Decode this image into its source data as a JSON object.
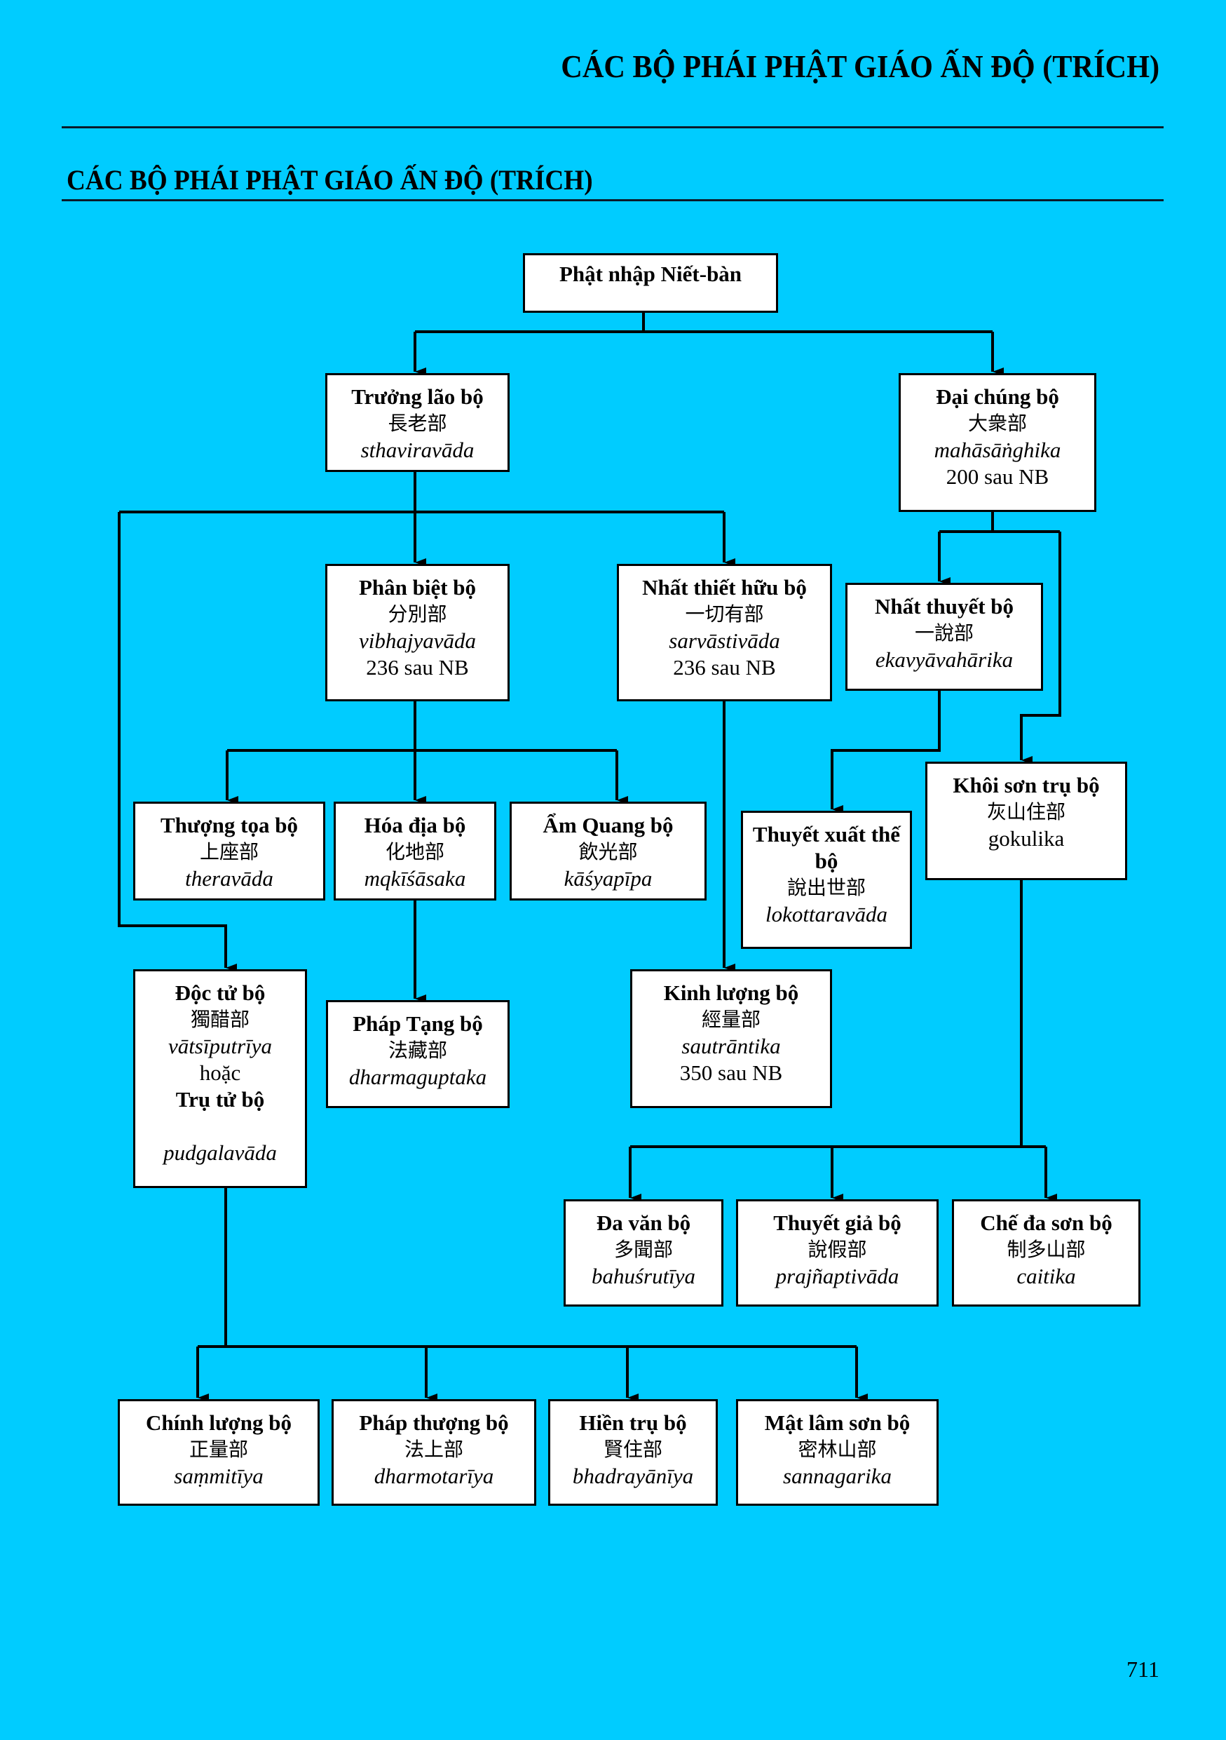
{
  "header": {
    "running_title": "CÁC BỘ PHÁI PHẬT GIÁO ẤN ĐỘ (TRÍCH)",
    "section_title": "CÁC BỘ PHÁI PHẬT GIÁO ẤN ĐỘ (TRÍCH)"
  },
  "diagram": {
    "nodes": {
      "root": {
        "vn": "Phật nhập Niết-bàn"
      },
      "truong_lao": {
        "vn": "Trưởng lão bộ",
        "zh": "長老部",
        "sk": "sthaviravāda"
      },
      "dai_chung": {
        "vn": "Đại chúng bộ",
        "zh": "大衆部",
        "sk": "mahāsāṅghika",
        "date": "200 sau NB"
      },
      "phan_biet": {
        "vn": "Phân biệt bộ",
        "zh": "分別部",
        "sk": "vibhajyavāda",
        "date": "236 sau NB"
      },
      "nhat_thiet_huu": {
        "vn": "Nhất thiết hữu bộ",
        "zh": "一切有部",
        "sk": "sarvāstivāda",
        "date": "236 sau NB"
      },
      "nhat_thuyet": {
        "vn": "Nhất thuyết bộ",
        "zh": "一說部",
        "sk": "ekavyāvahārika"
      },
      "thuong_toa": {
        "vn": "Thượng tọa bộ",
        "zh": "上座部",
        "sk": "theravāda"
      },
      "hoa_dia": {
        "vn": "Hóa địa bộ",
        "zh": "化地部",
        "sk": "mqkīśāsaka"
      },
      "am_quang": {
        "vn": "Ẩm Quang bộ",
        "zh": "飲光部",
        "sk": "kāśyapīpa"
      },
      "thuyet_xuat_the": {
        "vn": "Thuyết xuất thế bộ",
        "zh": "說出世部",
        "sk": "lokottaravāda"
      },
      "khoi_son_tru": {
        "vn": "Khôi sơn trụ bộ",
        "zh": "灰山住部",
        "sk": "gokulika"
      },
      "doc_tu": {
        "vn": "Độc tử bộ",
        "zh": "獨醋部",
        "sk": "vātsīputrīya",
        "alt": "hoặc",
        "vn2": "Trụ tử bộ",
        "sk2": "pudgalavāda"
      },
      "phap_tang": {
        "vn": "Pháp Tạng bộ",
        "zh": "法藏部",
        "sk": "dharmaguptaka"
      },
      "kinh_luong": {
        "vn": "Kinh lượng bộ",
        "zh": "經量部",
        "sk": "sautrāntika",
        "date": "350 sau NB"
      },
      "da_van": {
        "vn": "Đa văn bộ",
        "zh": "多聞部",
        "sk": "bahuśrutīya"
      },
      "thuyet_gia": {
        "vn": "Thuyết giả bộ",
        "zh": "說假部",
        "sk": "prajñaptivāda"
      },
      "che_da_son": {
        "vn": "Chế đa sơn bộ",
        "zh": "制多山部",
        "sk": "caitika"
      },
      "chinh_luong": {
        "vn": "Chính lượng bộ",
        "zh": "正量部",
        "sk": "saṃmitīya"
      },
      "phap_thuong": {
        "vn": "Pháp thượng bộ",
        "zh": "法上部",
        "sk": "dharmotarīya"
      },
      "hien_tru": {
        "vn": "Hiền trụ bộ",
        "zh": "賢住部",
        "sk": "bhadrayānīya"
      },
      "mat_lam_son": {
        "vn": "Mật lâm sơn bộ",
        "zh": "密林山部",
        "sk": "sannagarika"
      }
    },
    "edges": [
      [
        "root",
        "truong_lao"
      ],
      [
        "root",
        "dai_chung"
      ],
      [
        "truong_lao",
        "phan_biet"
      ],
      [
        "truong_lao",
        "nhat_thiet_huu"
      ],
      [
        "truong_lao",
        "doc_tu"
      ],
      [
        "dai_chung",
        "nhat_thuyet"
      ],
      [
        "dai_chung",
        "khoi_son_tru"
      ],
      [
        "phan_biet",
        "thuong_toa"
      ],
      [
        "phan_biet",
        "hoa_dia"
      ],
      [
        "phan_biet",
        "am_quang"
      ],
      [
        "hoa_dia",
        "phap_tang"
      ],
      [
        "nhat_thiet_huu",
        "kinh_luong"
      ],
      [
        "nhat_thuyet",
        "thuyet_xuat_the"
      ],
      [
        "khoi_son_tru",
        "da_van"
      ],
      [
        "khoi_son_tru",
        "thuyet_gia"
      ],
      [
        "khoi_son_tru",
        "che_da_son"
      ],
      [
        "doc_tu",
        "chinh_luong"
      ],
      [
        "doc_tu",
        "phap_thuong"
      ],
      [
        "doc_tu",
        "hien_tru"
      ],
      [
        "doc_tu",
        "mat_lam_son"
      ]
    ]
  },
  "footer": {
    "page_number": "711"
  }
}
